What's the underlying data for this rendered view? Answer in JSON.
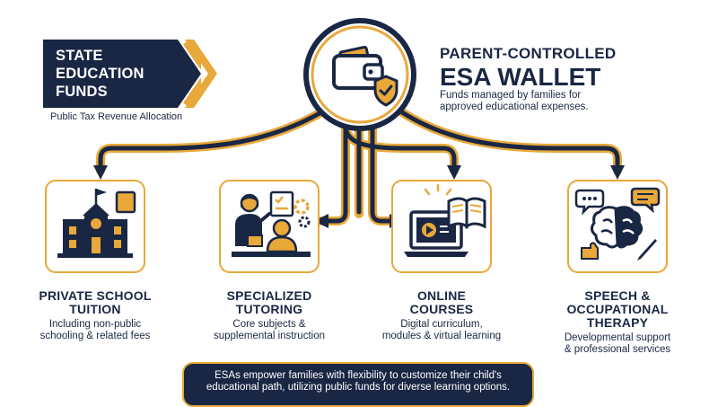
{
  "source": {
    "title": "STATE EDUCATION FUNDS",
    "title_lines": [
      "STATE",
      "EDUCATION",
      "FUNDS"
    ],
    "subtitle": "Public Tax Revenue Allocation"
  },
  "wallet": {
    "title_line1": "PARENT-CONTROLLED",
    "title_line2": "ESA WALLET",
    "description": "Funds managed by families for approved educational expenses.",
    "icon": "wallet-shield-icon"
  },
  "expenses": [
    {
      "title_lines": [
        "PRIVATE SCHOOL",
        "TUITION"
      ],
      "description_lines": [
        "Including non-public",
        "schooling & related fees"
      ],
      "icon": "school-building-icon"
    },
    {
      "title_lines": [
        "SPECIALIZED",
        "TUTORING"
      ],
      "description_lines": [
        "Core subjects &",
        "supplemental instruction"
      ],
      "icon": "tutor-student-icon"
    },
    {
      "title_lines": [
        "ONLINE",
        "COURSES"
      ],
      "description_lines": [
        "Digital curriculum,",
        "modules & virtual learning"
      ],
      "icon": "laptop-book-icon"
    },
    {
      "title_lines": [
        "SPEECH &",
        "OCCUPATIONAL",
        "THERAPY"
      ],
      "description_lines": [
        "Developmental support",
        "& professional services"
      ],
      "icon": "brain-therapy-icon"
    }
  ],
  "footer": {
    "lines": [
      "ESAs empower families with flexibility to customize their child's",
      "educational path, utilizing public funds for diverse learning options."
    ]
  },
  "colors": {
    "navy": "#1a2744",
    "gold": "#e8a83a",
    "background": "#ffffff"
  }
}
